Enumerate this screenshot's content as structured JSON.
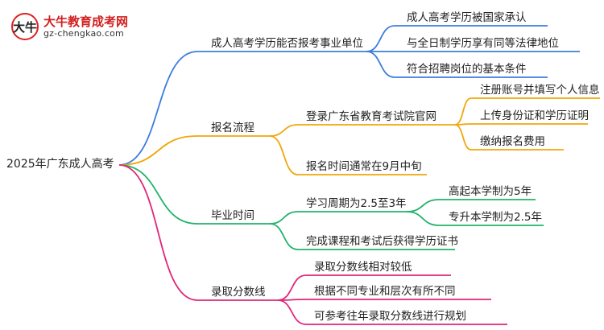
{
  "logo": {
    "badge_char": "大牛",
    "title": "大牛教育成考网",
    "url": "gz-chengkao.com"
  },
  "mindmap": {
    "root": "2025年广东成人高考",
    "branches": [
      {
        "label": "成人高考学历能否报考事业单位",
        "color": "#3b7ddd",
        "children": [
          {
            "label": "成人高考学历被国家承认",
            "children": []
          },
          {
            "label": "与全日制学历享有同等法律地位",
            "children": []
          },
          {
            "label": "符合招聘岗位的基本条件",
            "children": []
          }
        ]
      },
      {
        "label": "报名流程",
        "color": "#f0a70a",
        "children": [
          {
            "label": "登录广东省教育考试院官网",
            "children": [
              {
                "label": "注册账号并填写个人信息"
              },
              {
                "label": "上传身份证和学历证明"
              },
              {
                "label": "缴纳报名费用"
              }
            ]
          },
          {
            "label": "报名时间通常在9月中旬",
            "children": []
          }
        ]
      },
      {
        "label": "毕业时间",
        "color": "#22b36b",
        "children": [
          {
            "label": "学习周期为2.5至3年",
            "children": [
              {
                "label": "高起本学制为5年"
              },
              {
                "label": "专升本学制为2.5年"
              }
            ]
          },
          {
            "label": "完成课程和考试后获得学历证书",
            "children": []
          }
        ]
      },
      {
        "label": "录取分数线",
        "color": "#e0257a",
        "children": [
          {
            "label": "录取分数线相对较低",
            "children": []
          },
          {
            "label": "根据不同专业和层次有所不同",
            "children": []
          },
          {
            "label": "可参考往年录取分数线进行规划",
            "children": []
          }
        ]
      }
    ]
  }
}
